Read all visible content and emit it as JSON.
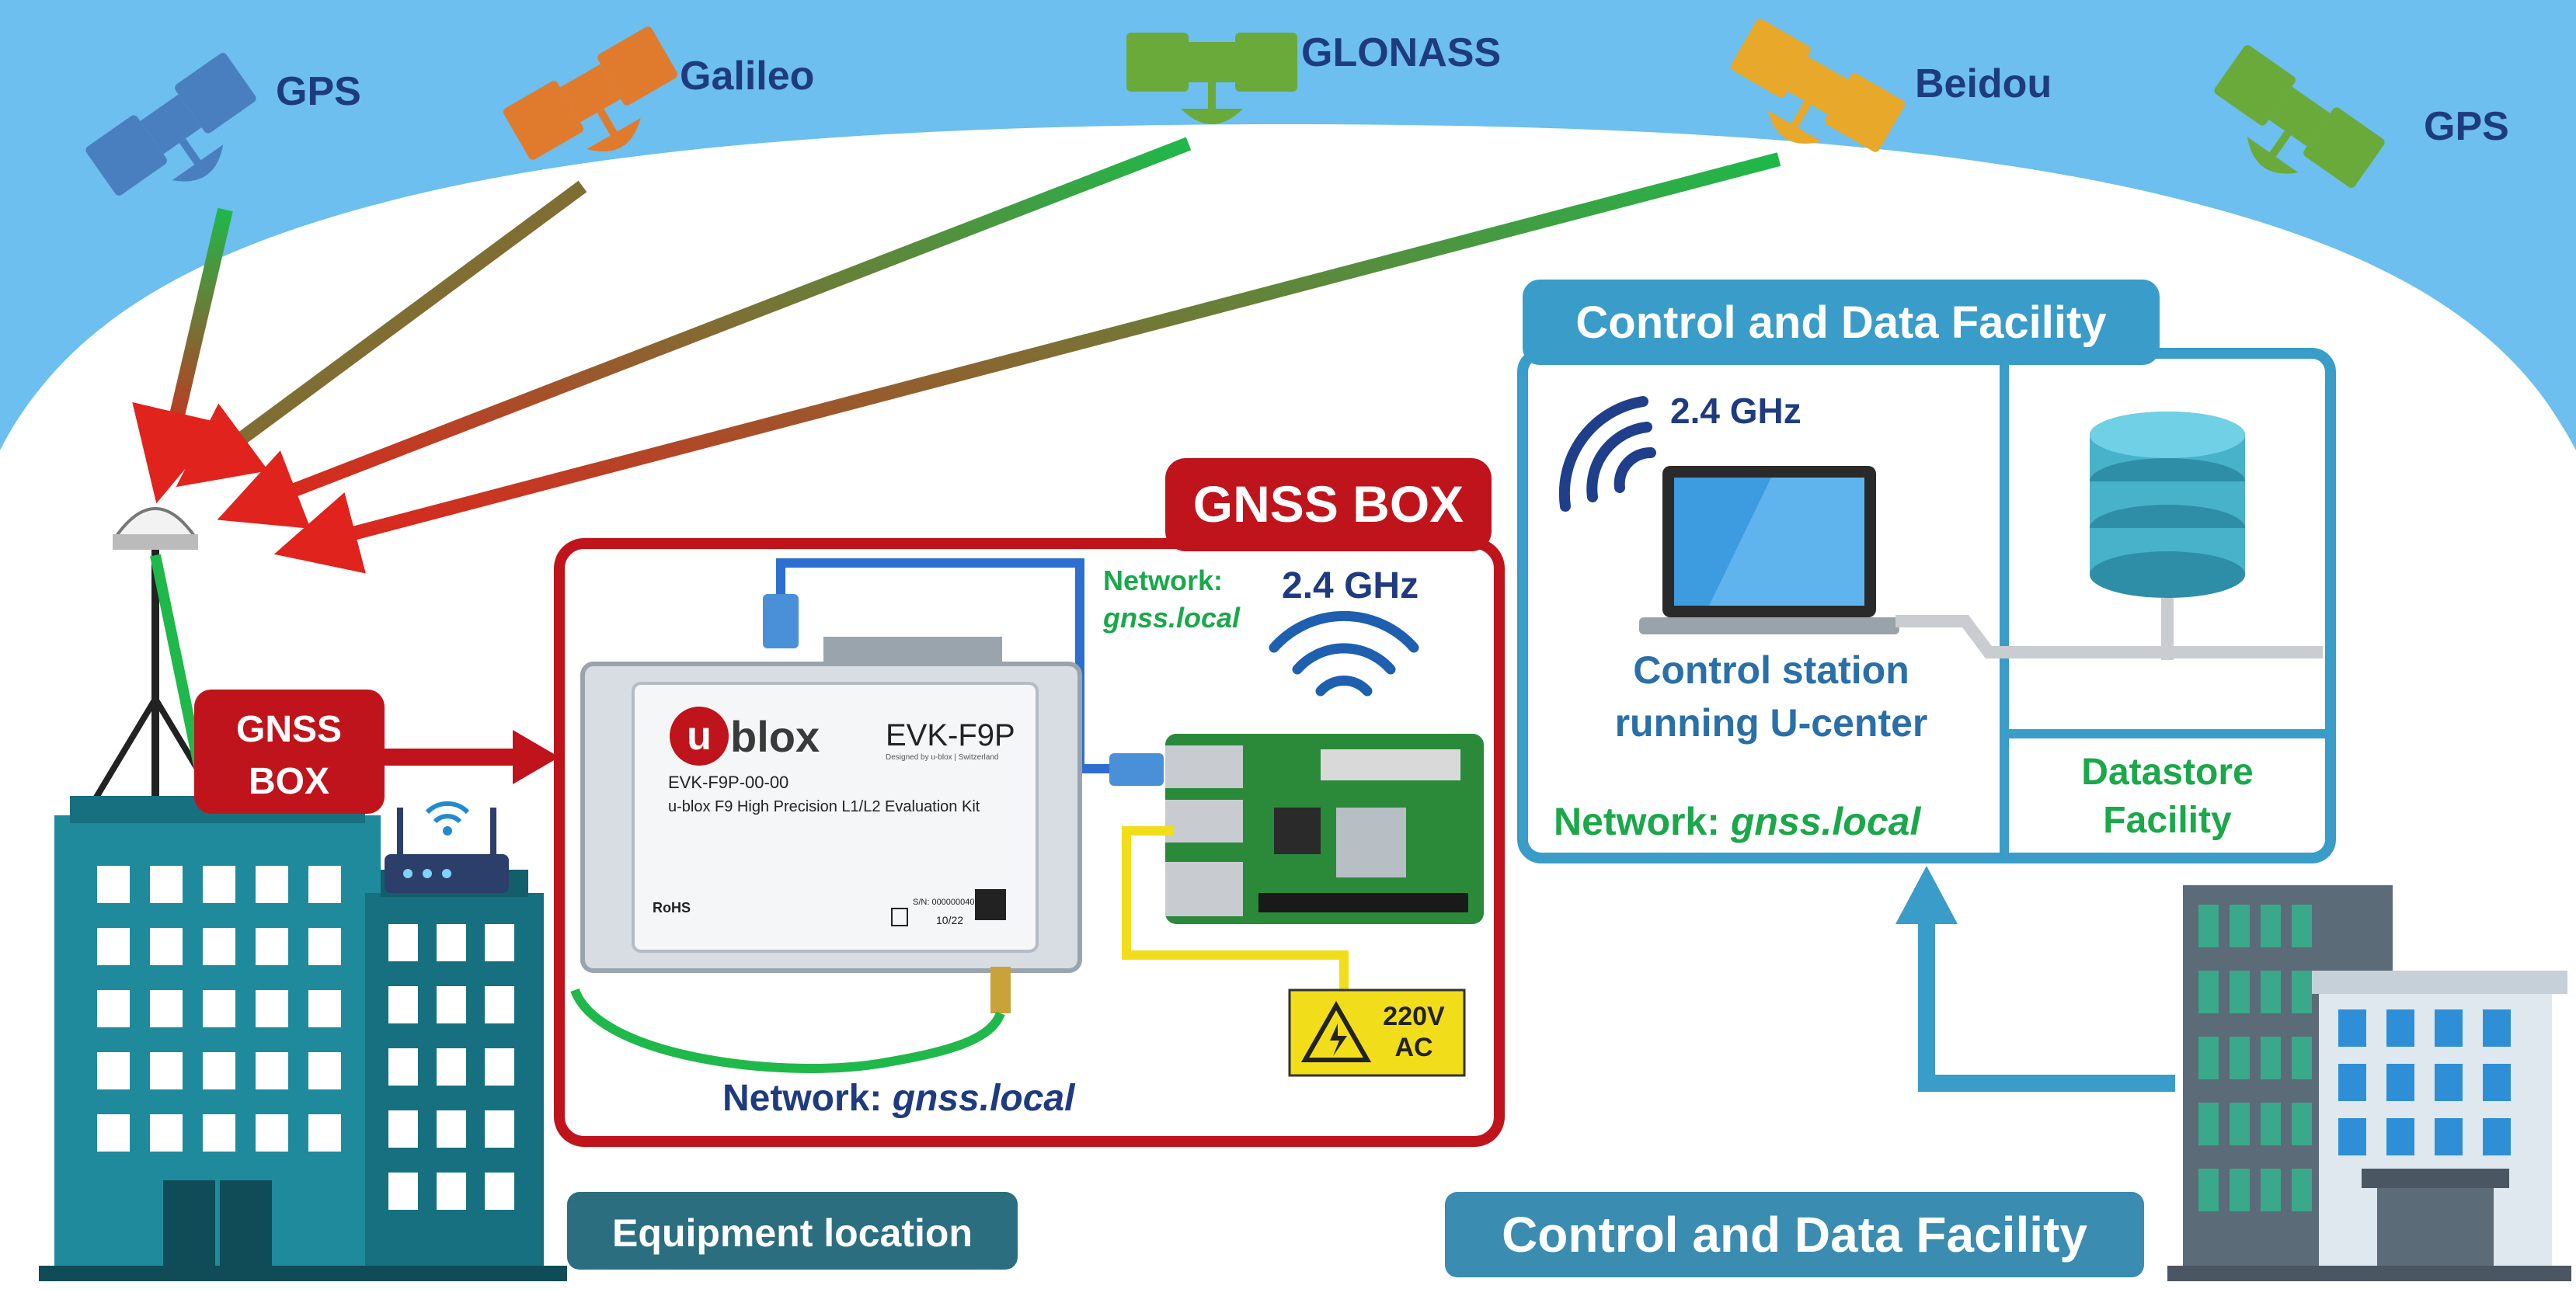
{
  "satellites": [
    {
      "label": "GPS",
      "color": "#4a7fbf"
    },
    {
      "label": "Galileo",
      "color": "#e07b2e"
    },
    {
      "label": "GLONASS",
      "color": "#6aaa3a"
    },
    {
      "label": "Beidou",
      "color": "#e8a82a"
    },
    {
      "label": "GPS",
      "color": "#6aaa3a"
    }
  ],
  "gnss_box": {
    "title": "GNSS BOX",
    "small_label_line1": "GNSS",
    "small_label_line2": "BOX",
    "device_model": "EVK-F9P",
    "device_brand": "blox",
    "device_brand_u": "u",
    "device_part": "EVK-F9P-00-00",
    "device_desc": "u-blox F9 High Precision L1/L2 Evaluation Kit",
    "device_designed": "Designed by u-blox | Switzerland",
    "device_rohs": "RoHS",
    "device_serial": "S/N: 000000040",
    "device_date": "10/22",
    "network_top_label": "Network:",
    "network_top_value": "gnss.local",
    "wifi_label": "2.4 GHz",
    "power_line1": "220V",
    "power_line2": "AC",
    "network_bottom_label": "Network: ",
    "network_bottom_value": "gnss.local"
  },
  "control_facility": {
    "title": "Control and Data Facility",
    "wifi_label": "2.4 GHz",
    "station_line1": "Control station",
    "station_line2": "running U-center",
    "network_label": "Network: ",
    "network_value": "gnss.local",
    "datastore_line1": "Datastore",
    "datastore_line2": "Facility"
  },
  "bottom_labels": {
    "equipment": "Equipment location",
    "facility": "Control and Data Facility"
  },
  "colors": {
    "sky": "#6cbfee",
    "box_red": "#c0141c",
    "facility_blue": "#3a9cc8",
    "text_navy": "#1f3b80",
    "text_green": "#1aa84a",
    "signal_green": "#1fb84a",
    "signal_red": "#e0231c",
    "building_teal": "#1f8a9c",
    "caption_teal": "#2b6e80"
  }
}
